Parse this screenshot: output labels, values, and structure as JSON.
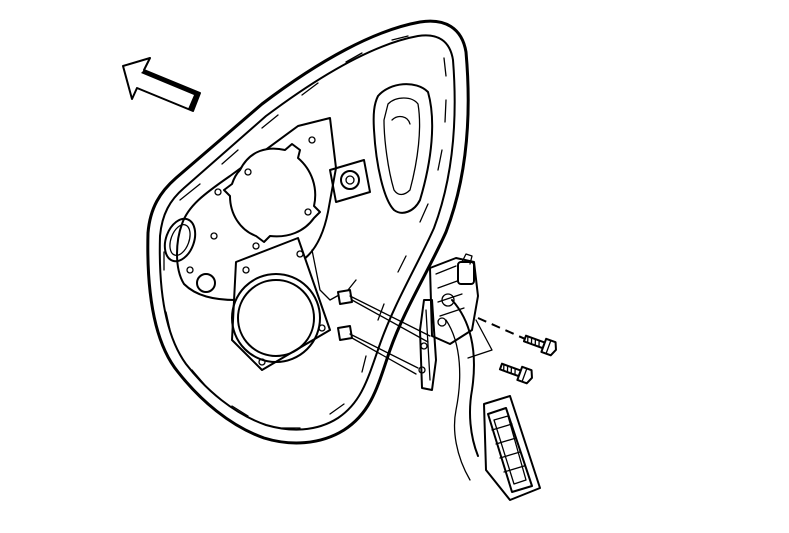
{
  "illustration": {
    "background_color": "#ffffff",
    "line_color": "#000000",
    "components": [
      "direction-arrow-icon",
      "door-inner-panel",
      "speaker-mount",
      "window-regulator",
      "regulator-bolt",
      "mounting-slot"
    ]
  }
}
